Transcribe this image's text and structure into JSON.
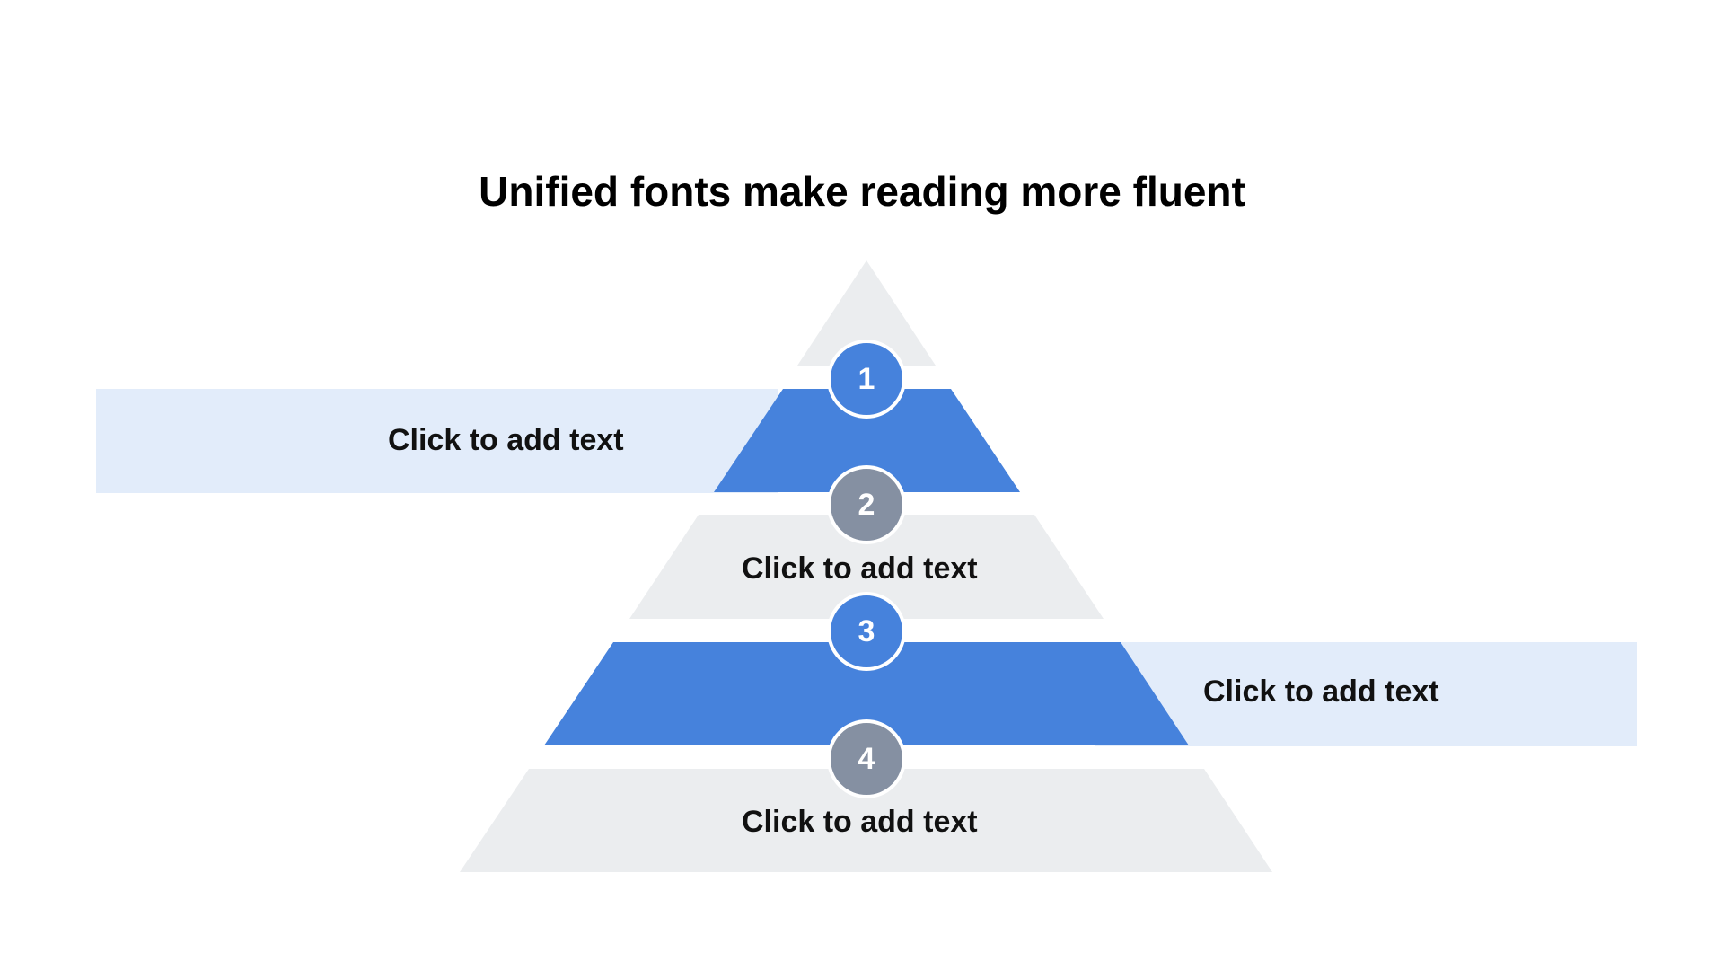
{
  "title": "Unified fonts make reading more fluent",
  "colors": {
    "accent_blue": "#4682dc",
    "light_gray": "#ebedef",
    "light_blue_band": "#e2ecfa",
    "badge_gray": "#8590a2"
  },
  "levels": [
    {
      "number": "1",
      "label": "Click to add text",
      "color": "#4682dc",
      "badge_color": "#4682dc"
    },
    {
      "number": "2",
      "label": "Click to add text",
      "color": "#ebedef",
      "badge_color": "#8590a2"
    },
    {
      "number": "3",
      "label": "Click to add text",
      "color": "#4682dc",
      "badge_color": "#4682dc"
    },
    {
      "number": "4",
      "label": "Click to add text",
      "color": "#ebedef",
      "badge_color": "#8590a2"
    }
  ]
}
